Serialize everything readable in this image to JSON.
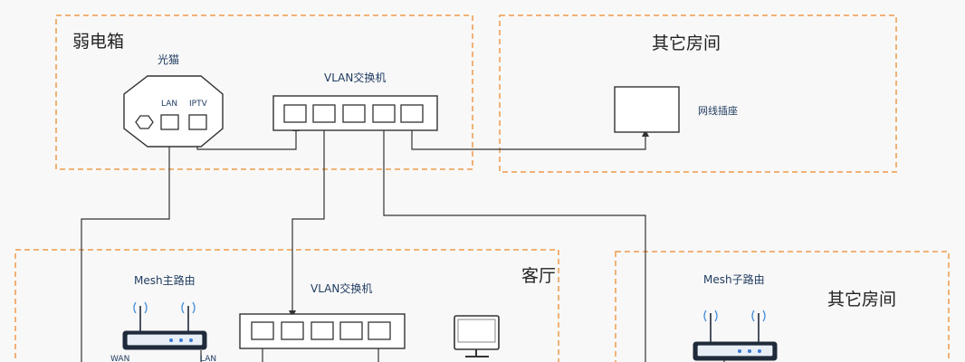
{
  "zones": {
    "weak_box": "弱电箱",
    "other_room_top": "其它房间",
    "living_room": "客厅",
    "other_room_bottom": "其它房间"
  },
  "devices": {
    "modem": {
      "title": "光猫",
      "lan": "LAN",
      "iptv": "IPTV"
    },
    "vlan_switch_top": "VLAN交换机",
    "wall_socket": "网线插座",
    "mesh_main": {
      "title": "Mesh主路由",
      "wan": "WAN",
      "lan": "LAN"
    },
    "vlan_switch_bottom": "VLAN交换机",
    "mesh_sub": "Mesh子路由"
  },
  "colors": {
    "zone_border": "#ee9a4a",
    "label_blue": "#1e3a5f",
    "wifi_wave": "#4a90d9"
  }
}
